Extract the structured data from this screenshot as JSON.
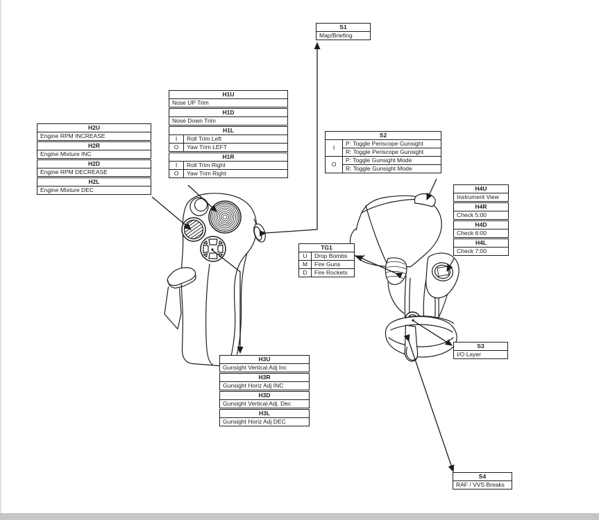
{
  "colors": {
    "line": "#1c1c1c",
    "paper": "#ffffff",
    "edge_strip": "#c6c6c6"
  },
  "clusters": {
    "s1": {
      "header": "S1",
      "rows": [
        {
          "value": "Map/Briefing"
        }
      ]
    },
    "h1": {
      "sections": [
        {
          "header": "H1U",
          "rows": [
            {
              "value": "Nose UP Trim"
            }
          ]
        },
        {
          "header": "H1D",
          "rows": [
            {
              "value": "Nose Down Trim"
            }
          ]
        },
        {
          "header": "H1L",
          "rows": [
            {
              "key": "I",
              "value": "Roll Trim Left"
            },
            {
              "key": "O",
              "value": "Yaw Trim LEFT"
            }
          ]
        },
        {
          "header": "H1R",
          "rows": [
            {
              "key": "I",
              "value": "Roll Trim Right"
            },
            {
              "key": "O",
              "value": "Yaw Trim Right"
            }
          ]
        }
      ]
    },
    "h2": {
      "sections": [
        {
          "header": "H2U",
          "rows": [
            {
              "value": "Engine RPM INCREASE"
            }
          ]
        },
        {
          "header": "H2R",
          "rows": [
            {
              "value": "Engine Mixture INC"
            }
          ]
        },
        {
          "header": "H2D",
          "rows": [
            {
              "value": "Engine RPM DECREASE"
            }
          ]
        },
        {
          "header": "H2L",
          "rows": [
            {
              "value": "Engine Mixture DEC"
            }
          ]
        }
      ]
    },
    "s2": {
      "header": "S2",
      "groups": [
        {
          "key": "I",
          "values": [
            "P: Toggle Periscope Gunsight",
            "R: Toggle Periscope Gunsight"
          ]
        },
        {
          "key": "O",
          "values": [
            "P: Toggle Gunsight Mode",
            "R: Toggle Gunsight Mode"
          ]
        }
      ]
    },
    "h4": {
      "sections": [
        {
          "header": "H4U",
          "rows": [
            {
              "value": "Instrument View"
            }
          ]
        },
        {
          "header": "H4R",
          "rows": [
            {
              "value": "Check 5:00"
            }
          ]
        },
        {
          "header": "H4D",
          "rows": [
            {
              "value": "Check 6:00"
            }
          ]
        },
        {
          "header": "H4L",
          "rows": [
            {
              "value": "Check 7:00"
            }
          ]
        }
      ]
    },
    "tg1": {
      "header": "TG1",
      "rows": [
        {
          "key": "U",
          "value": "Drop Bombs"
        },
        {
          "key": "M",
          "value": "Fire Guns"
        },
        {
          "key": "D",
          "value": "Fire Rockets"
        }
      ]
    },
    "h3": {
      "sections": [
        {
          "header": "H3U",
          "rows": [
            {
              "value": "Gunsight Vertical Adj Inc"
            }
          ]
        },
        {
          "header": "H3R",
          "rows": [
            {
              "value": "Gunsight Horiz Adj INC"
            }
          ]
        },
        {
          "header": "H3D",
          "rows": [
            {
              "value": "Gunsight Vertical Adj. Dec"
            }
          ]
        },
        {
          "header": "H3L",
          "rows": [
            {
              "value": "Gunsight Horiz Adj DEC"
            }
          ]
        }
      ]
    },
    "s3": {
      "header": "S3",
      "rows": [
        {
          "value": "I/O Layer"
        }
      ]
    },
    "s4": {
      "header": "S4",
      "rows": [
        {
          "value": "RAF / VVS Breaks"
        }
      ]
    }
  }
}
